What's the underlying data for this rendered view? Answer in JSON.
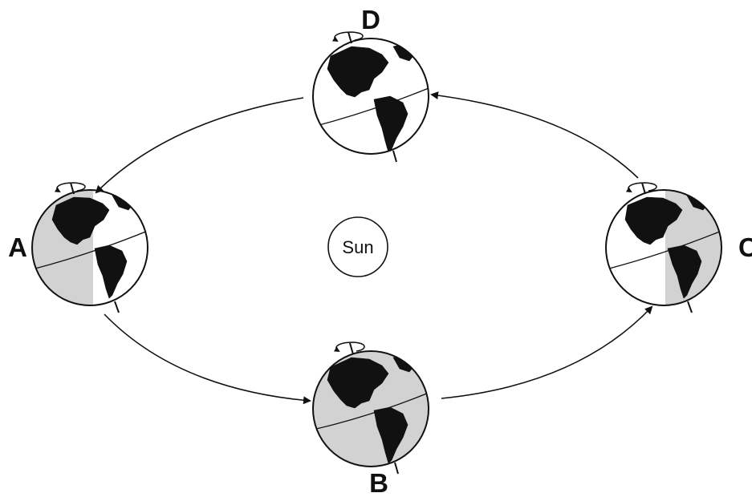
{
  "diagram": {
    "sun_label": "Sun",
    "positions": [
      {
        "id": "A",
        "label": "A",
        "lit_side": "right"
      },
      {
        "id": "B",
        "label": "B",
        "lit_side": "none"
      },
      {
        "id": "C",
        "label": "C",
        "lit_side": "left"
      },
      {
        "id": "D",
        "label": "D",
        "lit_side": "full"
      }
    ],
    "orbit_direction": "counterclockwise",
    "colors": {
      "ink": "#111111",
      "night": "#d2d2d2",
      "day": "#ffffff"
    }
  }
}
